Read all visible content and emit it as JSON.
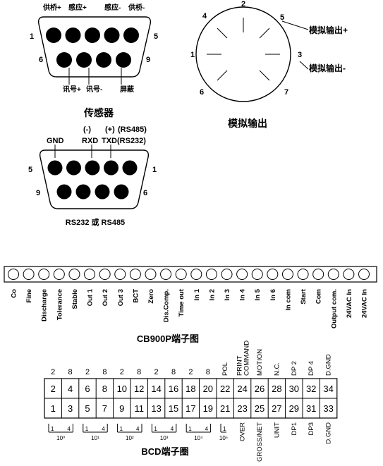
{
  "sensor_connector": {
    "title": "传感器",
    "top_labels": [
      "供桥+",
      "感应+",
      "感应-",
      "供桥-"
    ],
    "bottom_labels": [
      "讯号+",
      "讯号-",
      "屏蔽"
    ],
    "pin_numbers": {
      "p1": "1",
      "p5": "5",
      "p6": "6",
      "p9": "9"
    }
  },
  "analog_output": {
    "title": "模拟输出",
    "pins": [
      "1",
      "2",
      "3",
      "4",
      "5",
      "6",
      "7"
    ],
    "plus_label": "模拟输出+",
    "minus_label": "模拟输出-"
  },
  "serial_connector": {
    "caption": "RS232 或 RS485",
    "gnd": "GND",
    "rxd_sign": "(-)",
    "rxd": "RXD",
    "txd_sign": "(+)",
    "rs485": "(RS485)",
    "txd_line": "TXD(RS232)",
    "pin_numbers": {
      "p5": "5",
      "p1": "1",
      "p9": "9",
      "p6": "6"
    }
  },
  "terminal_strip": {
    "title": "CB900P端子图",
    "labels": [
      "Co",
      "Fine",
      "Discharge",
      "Tolerance",
      "Stable",
      "Out 1",
      "Out 2",
      "Out 3",
      "BCT",
      "Zero",
      "Dis.Comp.",
      "Time out",
      "In 1",
      "In 2",
      "In 3",
      "In 4",
      "In 5",
      "In 6",
      "In com",
      "Start",
      "Com",
      "Output com.",
      "24VAC In",
      "24VAC In"
    ]
  },
  "bcd_terminal": {
    "title": "BCD端子圈",
    "top_numbers": [
      "2",
      "4",
      "6",
      "8",
      "10",
      "12",
      "14",
      "16",
      "18",
      "20",
      "22",
      "24",
      "26",
      "28",
      "30",
      "32",
      "34"
    ],
    "bottom_numbers": [
      "1",
      "3",
      "5",
      "7",
      "9",
      "11",
      "13",
      "15",
      "17",
      "19",
      "21",
      "23",
      "25",
      "27",
      "29",
      "31",
      "33"
    ],
    "top_digits": [
      "2",
      "8",
      "2",
      "8",
      "2",
      "8",
      "2",
      "8",
      "2",
      "8"
    ],
    "top_signals": [
      "POL",
      "PRINT COMMAND",
      "MOTION",
      "N.C.",
      "DP 2",
      "DP 4",
      "D.GND"
    ],
    "bottom_signals": [
      "OVER",
      "GROSS/NET",
      "UNIT",
      "DP1",
      "DP3",
      "D.GND"
    ],
    "group_ranges": [
      {
        "low": "1",
        "high": "4",
        "exp": "10⁰"
      },
      {
        "low": "1",
        "high": "4",
        "exp": "10¹"
      },
      {
        "low": "1",
        "high": "4",
        "exp": "10²"
      },
      {
        "low": "1",
        "high": "4",
        "exp": "10³"
      },
      {
        "low": "1",
        "high": "4",
        "exp": "10⁴"
      },
      {
        "low": "1",
        "high": "",
        "exp": "10⁵"
      }
    ]
  }
}
